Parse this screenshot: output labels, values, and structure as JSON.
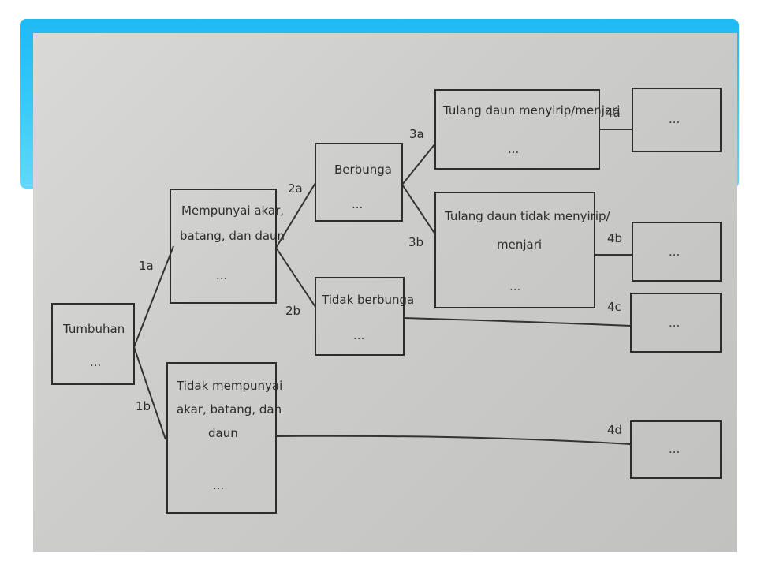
{
  "diagram": {
    "nodes": {
      "tumbuhan": {
        "lines": [
          "Tumbuhan"
        ],
        "dots": "..."
      },
      "akar": {
        "lines": [
          "Mempunyai akar,",
          "batang, dan daun"
        ],
        "dots": "..."
      },
      "tidak_akar": {
        "lines": [
          "Tidak mempunyai",
          "akar, batang, dan",
          "daun"
        ],
        "dots": "..."
      },
      "berbunga": {
        "lines": [
          "Berbunga"
        ],
        "dots": "..."
      },
      "tidak_berbunga": {
        "lines": [
          "Tidak berbunga"
        ],
        "dots": "..."
      },
      "tulang_menyirip": {
        "lines": [
          "Tulang daun menyirip/menjari"
        ],
        "dots": "..."
      },
      "tulang_tidak": {
        "lines": [
          "Tulang daun tidak menyirip/",
          "menjari"
        ],
        "dots": "..."
      },
      "out_4a": {
        "dots": "..."
      },
      "out_4b": {
        "dots": "..."
      },
      "out_4c": {
        "dots": "..."
      },
      "out_4d": {
        "dots": "..."
      }
    },
    "labels": {
      "l1a": "1a",
      "l1b": "1b",
      "l2a": "2a",
      "l2b": "2b",
      "l3a": "3a",
      "l3b": "3b",
      "l4a": "4a",
      "l4b": "4b",
      "l4c": "4c",
      "l4d": "4d"
    }
  }
}
